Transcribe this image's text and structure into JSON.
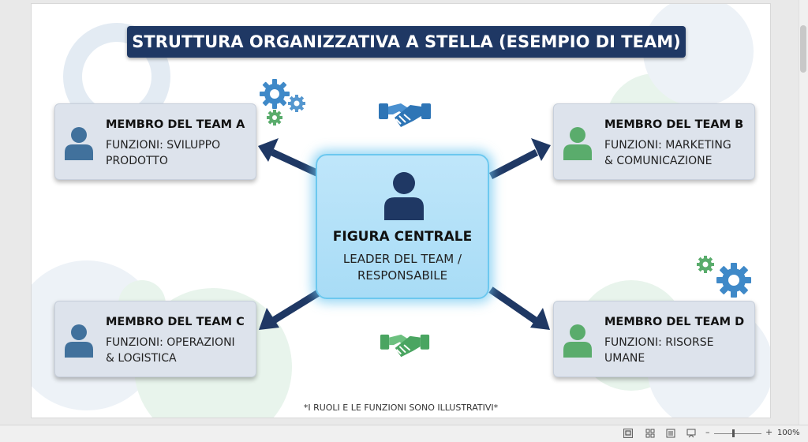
{
  "title": "STRUTTURA ORGANIZZATIVA A STELLA (ESEMPIO DI TEAM)",
  "center": {
    "name": "FIGURA CENTRALE",
    "role_line1": "LEADER DEL TEAM /",
    "role_line2": "RESPONSABILE",
    "icon": "person-icon"
  },
  "members": [
    {
      "name": "MEMBRO DEL TEAM A",
      "func_line1": "FUNZIONI: SVILUPPO",
      "func_line2": "PRODOTTO",
      "color": "#41719c"
    },
    {
      "name": "MEMBRO DEL TEAM B",
      "func_line1": "FUNZIONI: MARKETING",
      "func_line2": "& COMUNICAZIONE",
      "color": "#5aac6c"
    },
    {
      "name": "MEMBRO DEL TEAM C",
      "func_line1": "FUNZIONI: OPERAZIONI",
      "func_line2": "& LOGISTICA",
      "color": "#41719c"
    },
    {
      "name": "MEMBRO DEL TEAM D",
      "func_line1": "FUNZIONI: RISORSE",
      "func_line2": "UMANE",
      "color": "#5aac6c"
    }
  ],
  "icons": {
    "top_left": "gears-icon",
    "bottom_right": "gears-icon",
    "top": "handshake-icon",
    "bottom": "handshake-icon"
  },
  "colors": {
    "title_bg": "#1f3864",
    "arrow": "#1f3864",
    "blue_accent": "#41719c",
    "green_accent": "#5aac6c",
    "center_bg": "#bfe6fa"
  },
  "footnote": "*I RUOLI E LE FUNZIONI SONO ILLUSTRATIVI*",
  "statusbar": {
    "zoom_minus": "–",
    "zoom_plus": "+",
    "zoom": "100%"
  }
}
